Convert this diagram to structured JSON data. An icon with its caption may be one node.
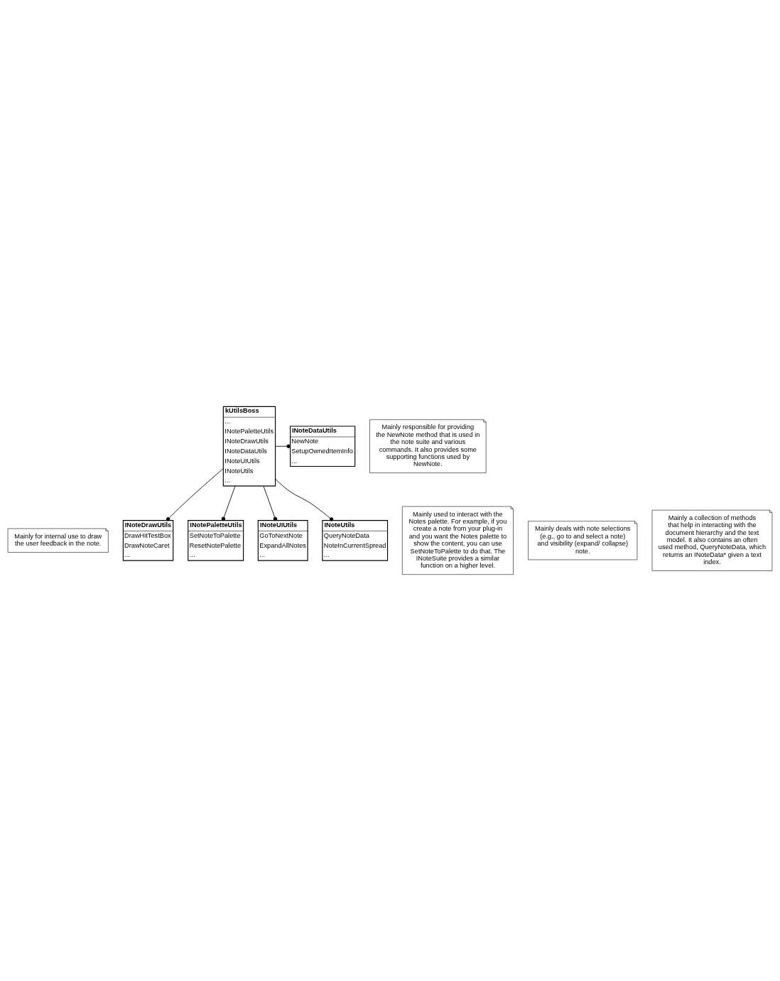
{
  "diagram": {
    "nodes": [
      {
        "text": [
          "Mainly for internal use to draw the user feedback in the note."
        ]
      },
      {
        "text": [
          "INoteDrawUtils",
          "DrawHitTestBox",
          "DrawNoteCaret",
          "..."
        ]
      },
      {
        "text": [
          "Mainly used to interact with the Notes palette. For example, if you create a note from your plug-in and you want the Notes palette to show the content, you can use SetNoteToPalette to do that. The INoteSuite provides a similar function on a higher level."
        ]
      },
      {
        "text": [
          "INotePaletteUtils",
          "SetNoteToPalette",
          "ResetNotePalette",
          "..."
        ]
      },
      {
        "text": [
          "Mainly responsible for providing the NewNote method that is used in the note suite and various commands. It also provides some supporting functions used by NewNote."
        ]
      },
      {
        "text": [
          "kUtilsBoss",
          "...",
          "INotePaletteUtils",
          "INoteDrawUtils",
          "INoteDataUtils",
          "INoteUIUtils",
          "INoteUtils",
          "..."
        ]
      },
      {
        "text": [
          "INoteDataUtils",
          "NewNote",
          "SetupOwnedItemInfo",
          "..."
        ]
      },
      {
        "text": [
          "INoteUIUtils",
          "GoToNextNote",
          "ExpandAllNotes",
          "..."
        ]
      },
      {
        "text": [
          "Mainly deals with note selections (e.g., go to and select a note) and visibility (expand/ collapse) note."
        ]
      },
      {
        "text": [
          "INoteUtils",
          "QueryNoteData",
          "NoteInCurrentSpread",
          "..."
        ]
      },
      {
        "text": [
          "Mainly a collection of methods that help in interacting with the document hierarchy and the text model. It also contains an often used method, QueryNoteData, which returns an INoteData* given a text index."
        ]
      }
    ],
    "edges": [
      {
        "from": 5,
        "to": 3,
        "arrow": "other"
      },
      {
        "from": 5,
        "to": 1,
        "arrow": "other"
      },
      {
        "from": 5,
        "to": 6,
        "arrow": "other"
      },
      {
        "from": 5,
        "to": 7,
        "arrow": "other"
      },
      {
        "from": 5,
        "to": 9,
        "arrow": "other"
      }
    ]
  }
}
